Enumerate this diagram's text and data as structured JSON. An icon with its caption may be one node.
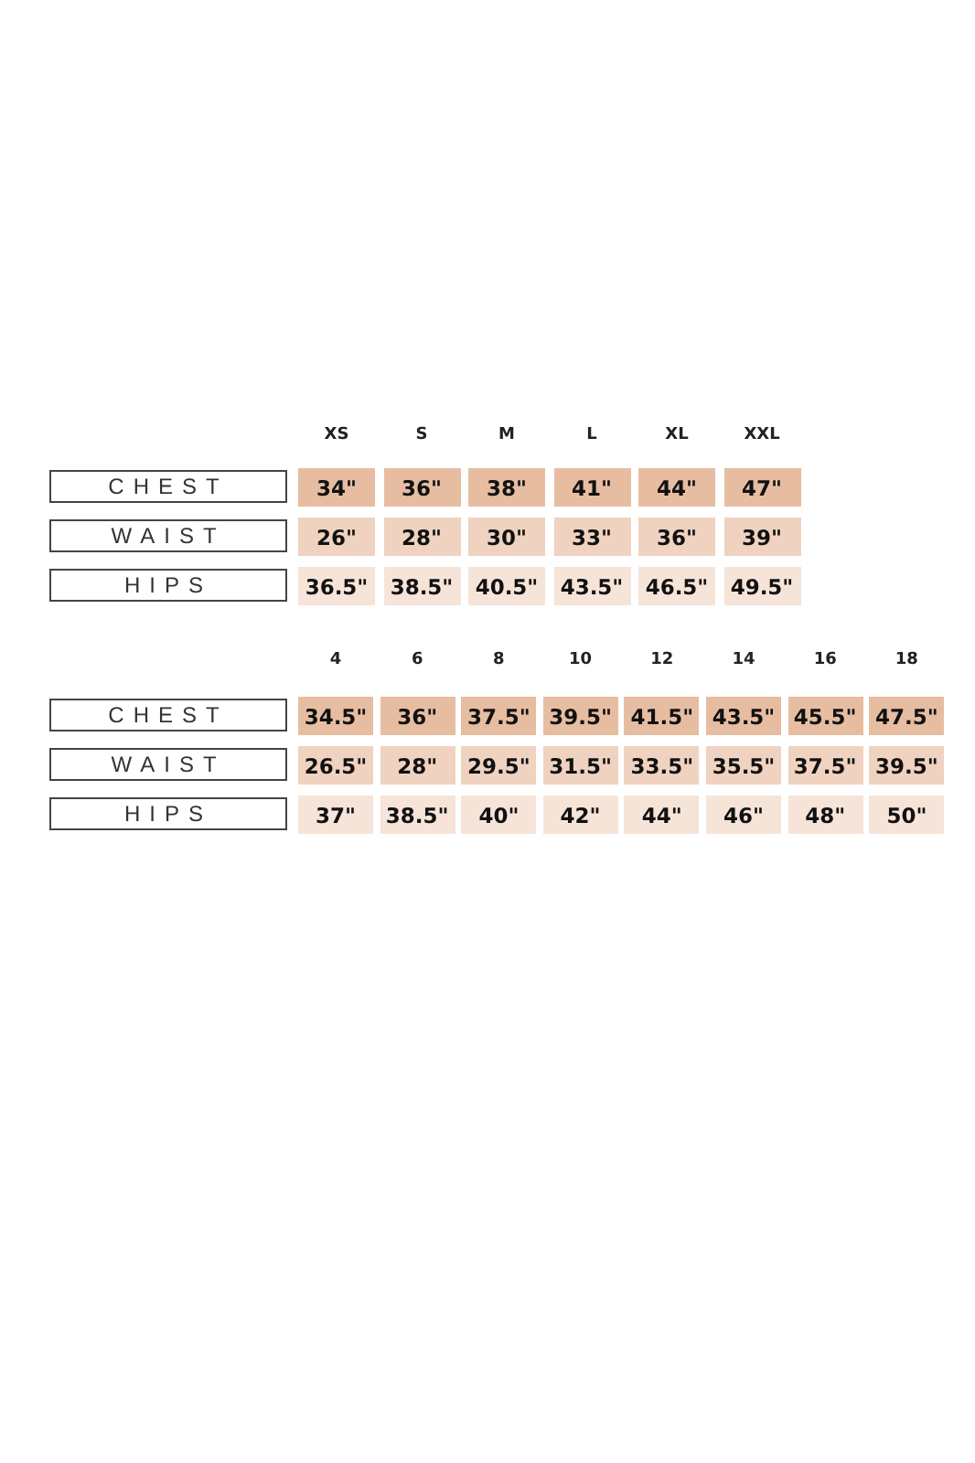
{
  "diagram": {
    "labels": [
      "XS",
      "S",
      "M",
      "L",
      "XL",
      "XXL",
      "CHEST",
      "34\"",
      "36\"",
      "38\"",
      "41\"",
      "44\"",
      "47\"",
      "WAIST",
      "26\"",
      "28\"",
      "30\"",
      "33\"",
      "36\"",
      "39\"",
      "HIPS",
      "36.5\"",
      "38.5\"",
      "40.5\"",
      "43.5\"",
      "46.5\"",
      "49.5\"",
      "4",
      "6",
      "8",
      "10",
      "12",
      "14",
      "16",
      "18",
      "CHEST",
      "34.5\"",
      "36\"",
      "37.5\"",
      "39.5\"",
      "41.5\"",
      "43.5\"",
      "45.5\"",
      "47.5\"",
      "WAIST",
      "26.5\"",
      "28\"",
      "29.5\"",
      "31.5\"",
      "33.5\"",
      "35.5\"",
      "37.5\"",
      "39.5\"",
      "HIPS",
      "37\"",
      "38.5\"",
      "40\"",
      "42\"",
      "44\"",
      "46\"",
      "48\"",
      "50\""
    ]
  }
}
